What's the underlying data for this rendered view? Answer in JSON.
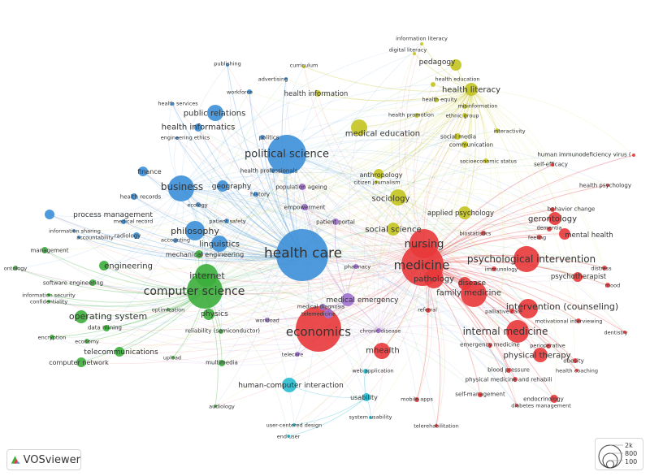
{
  "logo": {
    "text": "VOSviewer",
    "icon": "vosviewer-logo-icon"
  },
  "size_legend": {
    "values": [
      "2k",
      "800",
      "100"
    ]
  },
  "clusters": {
    "red": "#e8373a",
    "green": "#3cae3c",
    "blue": "#3c8fd8",
    "yellow": "#c3c41f",
    "purple": "#a070d0",
    "cyan": "#29bcd0"
  },
  "nodes": [
    {
      "label": "information literacy",
      "cluster": "yellow"
    },
    {
      "label": "digital literacy",
      "cluster": "yellow"
    },
    {
      "label": "pedagogy",
      "cluster": "yellow"
    },
    {
      "label": "publishing",
      "cluster": "blue"
    },
    {
      "label": "curriculum",
      "cluster": "yellow"
    },
    {
      "label": "advertising",
      "cluster": "blue"
    },
    {
      "label": "health education",
      "cluster": "yellow"
    },
    {
      "label": "health literacy",
      "cluster": "yellow"
    },
    {
      "label": "workforce",
      "cluster": "blue"
    },
    {
      "label": "health information",
      "cluster": "yellow"
    },
    {
      "label": "health equity",
      "cluster": "yellow"
    },
    {
      "label": "misinformation",
      "cluster": "yellow"
    },
    {
      "label": "health services",
      "cluster": "blue"
    },
    {
      "label": "public relations",
      "cluster": "blue"
    },
    {
      "label": "health promotion",
      "cluster": "yellow"
    },
    {
      "label": "ethnic group",
      "cluster": "yellow"
    },
    {
      "label": "health informatics",
      "cluster": "blue"
    },
    {
      "label": "interactivity",
      "cluster": "yellow"
    },
    {
      "label": "engineering ethics",
      "cluster": "blue"
    },
    {
      "label": "politics",
      "cluster": "blue"
    },
    {
      "label": "medical education",
      "cluster": "yellow"
    },
    {
      "label": "social media",
      "cluster": "yellow"
    },
    {
      "label": "communication",
      "cluster": "yellow"
    },
    {
      "label": "human immunodeficiency virus (",
      "cluster": "red"
    },
    {
      "label": "political science",
      "cluster": "blue"
    },
    {
      "label": "socioeconomic status",
      "cluster": "yellow"
    },
    {
      "label": "self-efficacy",
      "cluster": "red"
    },
    {
      "label": "finance",
      "cluster": "blue"
    },
    {
      "label": "health professionals",
      "cluster": "blue"
    },
    {
      "label": "anthropology",
      "cluster": "yellow"
    },
    {
      "label": "citizen journalism",
      "cluster": "yellow"
    },
    {
      "label": "business",
      "cluster": "blue"
    },
    {
      "label": "geography",
      "cluster": "blue"
    },
    {
      "label": "population ageing",
      "cluster": "purple"
    },
    {
      "label": "health psychology",
      "cluster": "red"
    },
    {
      "label": "history",
      "cluster": "blue"
    },
    {
      "label": "health records",
      "cluster": "blue"
    },
    {
      "label": "sociology",
      "cluster": "yellow"
    },
    {
      "label": "ecology",
      "cluster": "blue"
    },
    {
      "label": "empowerment",
      "cluster": "purple"
    },
    {
      "label": "behavior change",
      "cluster": "red"
    },
    {
      "label": "applied psychology",
      "cluster": "yellow"
    },
    {
      "label": "process management",
      "cluster": "blue"
    },
    {
      "label": "medical record",
      "cluster": "blue"
    },
    {
      "label": "patient safety",
      "cluster": "blue"
    },
    {
      "label": "patient portal",
      "cluster": "purple"
    },
    {
      "label": "gerontology",
      "cluster": "red"
    },
    {
      "label": "information sharing",
      "cluster": "blue"
    },
    {
      "label": "philosophy",
      "cluster": "blue"
    },
    {
      "label": "social science",
      "cluster": "yellow"
    },
    {
      "label": "biostatistics",
      "cluster": "red"
    },
    {
      "label": "dementia",
      "cluster": "red"
    },
    {
      "label": "accountability",
      "cluster": "blue"
    },
    {
      "label": "radiology",
      "cluster": "blue"
    },
    {
      "label": "accounting",
      "cluster": "blue"
    },
    {
      "label": "feeling",
      "cluster": "red"
    },
    {
      "label": "mental health",
      "cluster": "red"
    },
    {
      "label": "linguistics",
      "cluster": "blue"
    },
    {
      "label": "nursing",
      "cluster": "red"
    },
    {
      "label": "management",
      "cluster": "green"
    },
    {
      "label": "health care",
      "cluster": "blue"
    },
    {
      "label": "mechanical engineering",
      "cluster": "green"
    },
    {
      "label": "psychological intervention",
      "cluster": "red"
    },
    {
      "label": "ontology",
      "cluster": "green"
    },
    {
      "label": "engineering",
      "cluster": "green"
    },
    {
      "label": "medicine",
      "cluster": "red"
    },
    {
      "label": "pharmacy",
      "cluster": "purple"
    },
    {
      "label": "immunology",
      "cluster": "red"
    },
    {
      "label": "distress",
      "cluster": "red"
    },
    {
      "label": "internet",
      "cluster": "green"
    },
    {
      "label": "pathology",
      "cluster": "red"
    },
    {
      "label": "psychotherapist",
      "cluster": "red"
    },
    {
      "label": "software engineering",
      "cluster": "green"
    },
    {
      "label": "disease",
      "cluster": "red"
    },
    {
      "label": "mood",
      "cluster": "red"
    },
    {
      "label": "computer science",
      "cluster": "green"
    },
    {
      "label": "family medicine",
      "cluster": "red"
    },
    {
      "label": "information security",
      "cluster": "green"
    },
    {
      "label": "confidentiality",
      "cluster": "green"
    },
    {
      "label": "medical emergency",
      "cluster": "purple"
    },
    {
      "label": "medical diagnosis",
      "cluster": "purple"
    },
    {
      "label": "telemedicine",
      "cluster": "purple"
    },
    {
      "label": "intervention (counseling)",
      "cluster": "red"
    },
    {
      "label": "optimization",
      "cluster": "green"
    },
    {
      "label": "referral",
      "cluster": "red"
    },
    {
      "label": "palliative care",
      "cluster": "red"
    },
    {
      "label": "operating system",
      "cluster": "green"
    },
    {
      "label": "physics",
      "cluster": "green"
    },
    {
      "label": "workload",
      "cluster": "purple"
    },
    {
      "label": "motivational interviewing",
      "cluster": "red"
    },
    {
      "label": "data mining",
      "cluster": "green"
    },
    {
      "label": "economics",
      "cluster": "red"
    },
    {
      "label": "chronic disease",
      "cluster": "purple"
    },
    {
      "label": "internal medicine",
      "cluster": "red"
    },
    {
      "label": "dentistry",
      "cluster": "red"
    },
    {
      "label": "encryption",
      "cluster": "green"
    },
    {
      "label": "reliability (semiconductor)",
      "cluster": "green"
    },
    {
      "label": "economy",
      "cluster": "green"
    },
    {
      "label": "emergency medicine",
      "cluster": "red"
    },
    {
      "label": "perioperative",
      "cluster": "red"
    },
    {
      "label": "telecommunications",
      "cluster": "green"
    },
    {
      "label": "mhealth",
      "cluster": "red"
    },
    {
      "label": "physical therapy",
      "cluster": "red"
    },
    {
      "label": "computer network",
      "cluster": "green"
    },
    {
      "label": "upload",
      "cluster": "green"
    },
    {
      "label": "telecare",
      "cluster": "purple"
    },
    {
      "label": "multimedia",
      "cluster": "green"
    },
    {
      "label": "obesity",
      "cluster": "red"
    },
    {
      "label": "blood pressure",
      "cluster": "red"
    },
    {
      "label": "health coaching",
      "cluster": "red"
    },
    {
      "label": "web application",
      "cluster": "cyan"
    },
    {
      "label": "physical medicine and rehabili",
      "cluster": "red"
    },
    {
      "label": "human-computer interaction",
      "cluster": "cyan"
    },
    {
      "label": "self-management",
      "cluster": "red"
    },
    {
      "label": "usability",
      "cluster": "cyan"
    },
    {
      "label": "mobile apps",
      "cluster": "red"
    },
    {
      "label": "endocrinology",
      "cluster": "red"
    },
    {
      "label": "diabetes management",
      "cluster": "red"
    },
    {
      "label": "audiology",
      "cluster": "green"
    },
    {
      "label": "system usability",
      "cluster": "cyan"
    },
    {
      "label": "user-centered design",
      "cluster": "cyan"
    },
    {
      "label": "telerehabilitation",
      "cluster": "red"
    },
    {
      "label": "end user",
      "cluster": "cyan"
    }
  ]
}
